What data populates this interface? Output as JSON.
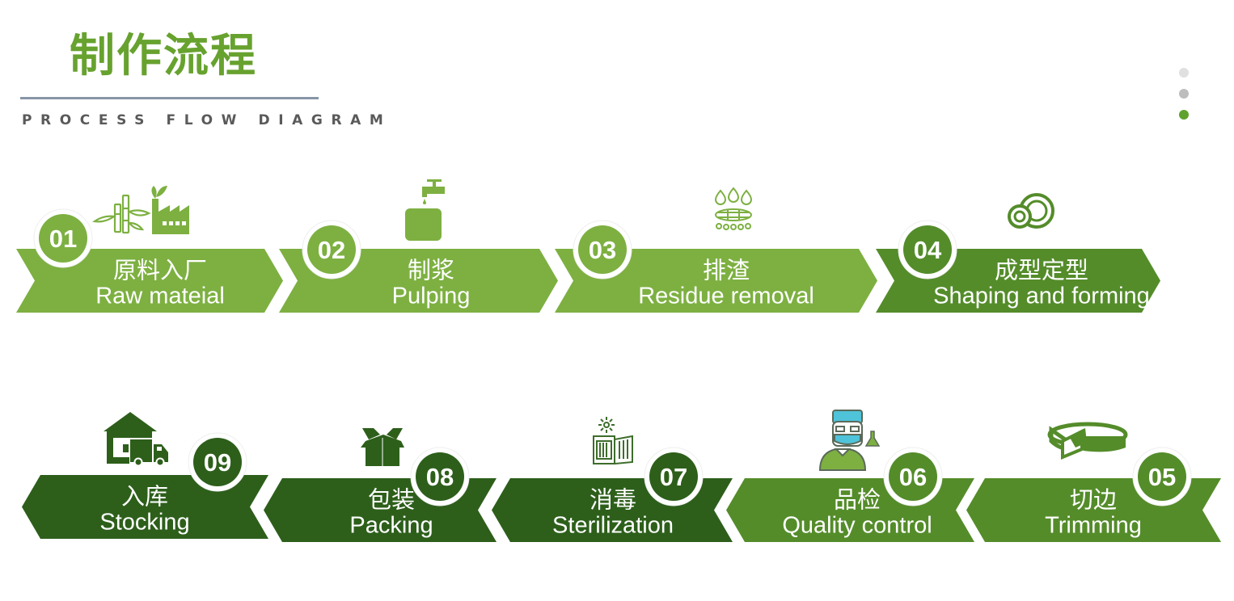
{
  "header": {
    "title": "制作流程",
    "subtitle": "PROCESS FLOW DIAGRAM"
  },
  "pager": {
    "dots": [
      {
        "state": "inactive",
        "color": "#e0e0e0"
      },
      {
        "state": "inactive",
        "color": "#bdbdbd"
      },
      {
        "state": "active",
        "color": "#5fa12e"
      }
    ]
  },
  "colors": {
    "light_green": "#7db041",
    "mid_green": "#548c2a",
    "dark_green": "#2d5f1b",
    "accent": "#67a22f"
  },
  "steps": [
    {
      "number": "01",
      "cn": "原料入厂",
      "en": "Raw mateial",
      "icon": "bamboo-factory-icon",
      "color": "#7db041",
      "direction": "right"
    },
    {
      "number": "02",
      "cn": "制浆",
      "en": "Pulping",
      "icon": "faucet-tank-icon",
      "color": "#7db041",
      "direction": "right"
    },
    {
      "number": "03",
      "cn": "排渣",
      "en": "Residue removal",
      "icon": "filter-drops-icon",
      "color": "#7db041",
      "direction": "right"
    },
    {
      "number": "04",
      "cn": "成型定型",
      "en": "Shaping and forming",
      "icon": "plates-icon",
      "color": "#548c2a",
      "direction": "right"
    },
    {
      "number": "05",
      "cn": "切边",
      "en": "Trimming",
      "icon": "trimming-ring-icon",
      "color": "#548c2a",
      "direction": "left"
    },
    {
      "number": "06",
      "cn": "品检",
      "en": "Quality control",
      "icon": "inspector-icon",
      "color": "#548c2a",
      "direction": "left"
    },
    {
      "number": "07",
      "cn": "消毒",
      "en": "Sterilization",
      "icon": "sterilizer-cabinet-icon",
      "color": "#2d5f1b",
      "direction": "left"
    },
    {
      "number": "08",
      "cn": "包装",
      "en": "Packing",
      "icon": "open-box-icon",
      "color": "#2d5f1b",
      "direction": "left"
    },
    {
      "number": "09",
      "cn": "入库",
      "en": "Stocking",
      "icon": "warehouse-truck-icon",
      "color": "#2d5f1b",
      "direction": "left"
    }
  ]
}
